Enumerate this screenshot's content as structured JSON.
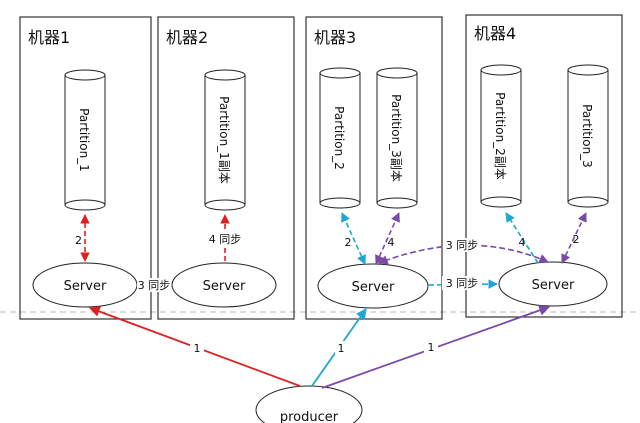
{
  "machines": [
    {
      "title": "机器1"
    },
    {
      "title": "机器2"
    },
    {
      "title": "机器3"
    },
    {
      "title": "机器4"
    }
  ],
  "partitions": {
    "m1": "Partition_1",
    "m2": "Partition_1副本",
    "m3a": "Partition_2",
    "m3b": "Partition_3副本",
    "m4a": "Partition_2副本",
    "m4b": "Partition_3"
  },
  "server_label": "Server",
  "producer_label": "producer",
  "edge_labels": {
    "m1_store": "2",
    "m2_store": "4 同步",
    "sync_m1_m2": "3 同步",
    "m3_store_a": "2",
    "m3_store_b": "4",
    "sync_m3_m4": "3 同步",
    "sync_m4_m3": "3 同步",
    "m4_store_a": "4",
    "m4_store_b": "2",
    "prod_m1": "1",
    "prod_m3": "1",
    "prod_m4": "1"
  },
  "colors": {
    "red": "#e02020",
    "blue": "#1ea6d6",
    "purple": "#7a4aa8"
  }
}
